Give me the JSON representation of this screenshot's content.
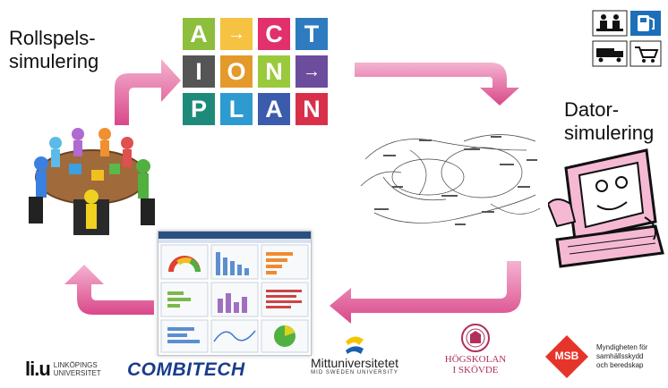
{
  "labels": {
    "roleplay_line1": "Rollspels-",
    "roleplay_line2": "simulering",
    "computer_line1": "Dator-",
    "computer_line2": "simulering"
  },
  "action_plan": {
    "row1": [
      "A",
      "→",
      "C",
      "T"
    ],
    "row2": [
      "I",
      "O",
      "N",
      "→"
    ],
    "row3": [
      "P",
      "L",
      "A",
      "N"
    ],
    "colors": [
      "#8dbe3c",
      "#e39a2b",
      "#2e9bd0",
      "#e1306c",
      "#6c4d9d",
      "#1e8a7a",
      "#3b5cad"
    ]
  },
  "logos": {
    "liu_mark": "li.u",
    "liu_line1": "LINKÖPINGS",
    "liu_line2": "UNIVERSITET",
    "combitech": "COMBITECH",
    "miun_name": "Mittuniversitetet",
    "miun_sub": "MID SWEDEN UNIVERSITY",
    "hs_line1": "HÖGSKOLAN",
    "hs_line2": "I SKÖVDE",
    "msb_mark": "MSB",
    "msb_line1": "Myndigheten för",
    "msb_line2": "samhällsskydd",
    "msb_line3": "och beredskap"
  },
  "colors": {
    "arrow": "#e0609a",
    "arrow_light": "#f2a6c8"
  }
}
